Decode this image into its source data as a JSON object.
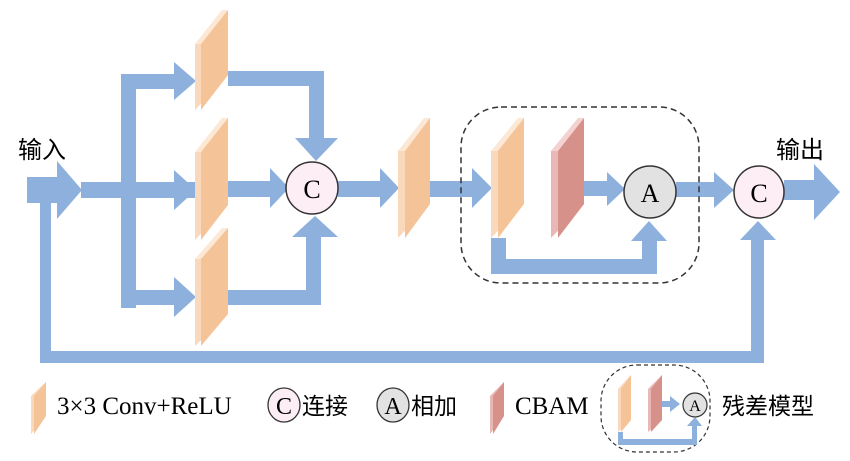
{
  "colors": {
    "arrow": "#8eb0dd",
    "conv_front": "#f5c398",
    "conv_side": "#fad8bc",
    "cbam_front": "#d7918b",
    "cbam_side": "#eab8b4",
    "concat_fill": "#fdeef6",
    "add_fill": "#e2e2e2",
    "stroke": "#333333",
    "dashed": "#333333",
    "text": "#000000"
  },
  "labels": {
    "input": "输入",
    "output": "输出"
  },
  "nodes": {
    "concat_symbol": "C",
    "add_symbol": "A"
  },
  "legend": {
    "conv_label": "3×3 Conv+ReLU",
    "concat_symbol": "C",
    "concat_label": "连接",
    "add_symbol": "A",
    "add_label": "相加",
    "cbam_label": "CBAM",
    "residual_label": "残差模型"
  }
}
